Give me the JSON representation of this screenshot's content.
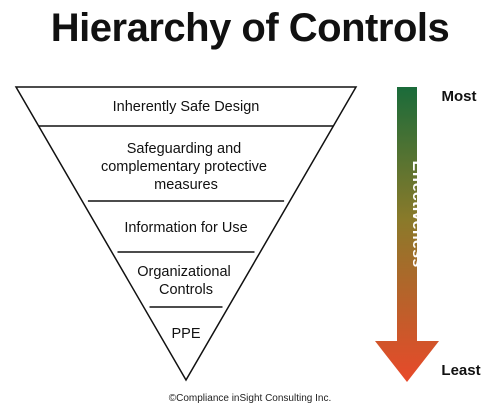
{
  "title": "Hierarchy of Controls",
  "levels": [
    {
      "lines": [
        "Inherently Safe Design"
      ]
    },
    {
      "lines": [
        "Safeguarding and",
        "complementary protective",
        "measures"
      ]
    },
    {
      "lines": [
        "Information for Use"
      ]
    },
    {
      "lines": [
        "Organizational",
        "Controls"
      ]
    },
    {
      "lines": [
        "PPE"
      ]
    }
  ],
  "scale": {
    "top_label": "Most",
    "bottom_label": "Least",
    "axis_label": "Effectiveness"
  },
  "colors": {
    "arrow_top": "#1a6b3a",
    "arrow_mid": "#8a7a2a",
    "arrow_bottom": "#e8492a",
    "outline": "#111111"
  },
  "footer": "©Compliance inSight Consulting Inc."
}
